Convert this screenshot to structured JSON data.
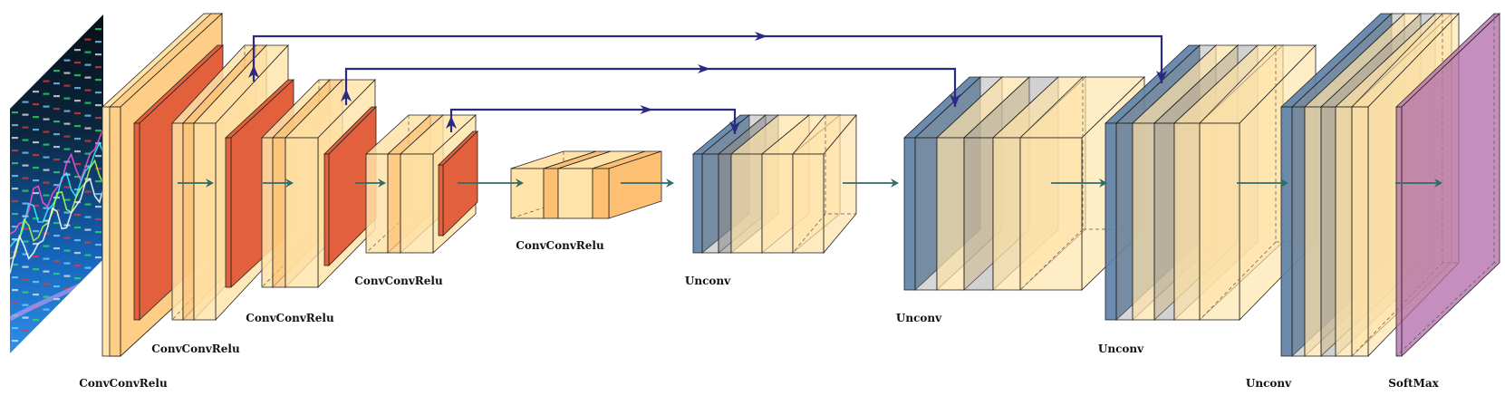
{
  "diagram": {
    "colors": {
      "conv_fill": "#ffe3a8",
      "conv_stripe": "#fdbf71",
      "relu_fill": "#e2603b",
      "unconv_fill": "#5b7fa6",
      "unconv_gray": "#8c8c8c",
      "softmax_fill": "#b069a8",
      "arrow_flow": "#2f6b6b",
      "arrow_skip": "#2a2a82",
      "edge": "#222222"
    },
    "input_image": {
      "icon": "financial-chart-image"
    },
    "labels": {
      "block1": "ConvConvRelu",
      "block2": "ConvConvRelu",
      "block3": "ConvConvRelu",
      "block4": "ConvConvRelu",
      "bottleneck": "ConvConvRelu",
      "up1": "Unconv",
      "up2": "Unconv",
      "up3": "Unconv",
      "up4": "Unconv",
      "output": "SoftMax"
    }
  }
}
